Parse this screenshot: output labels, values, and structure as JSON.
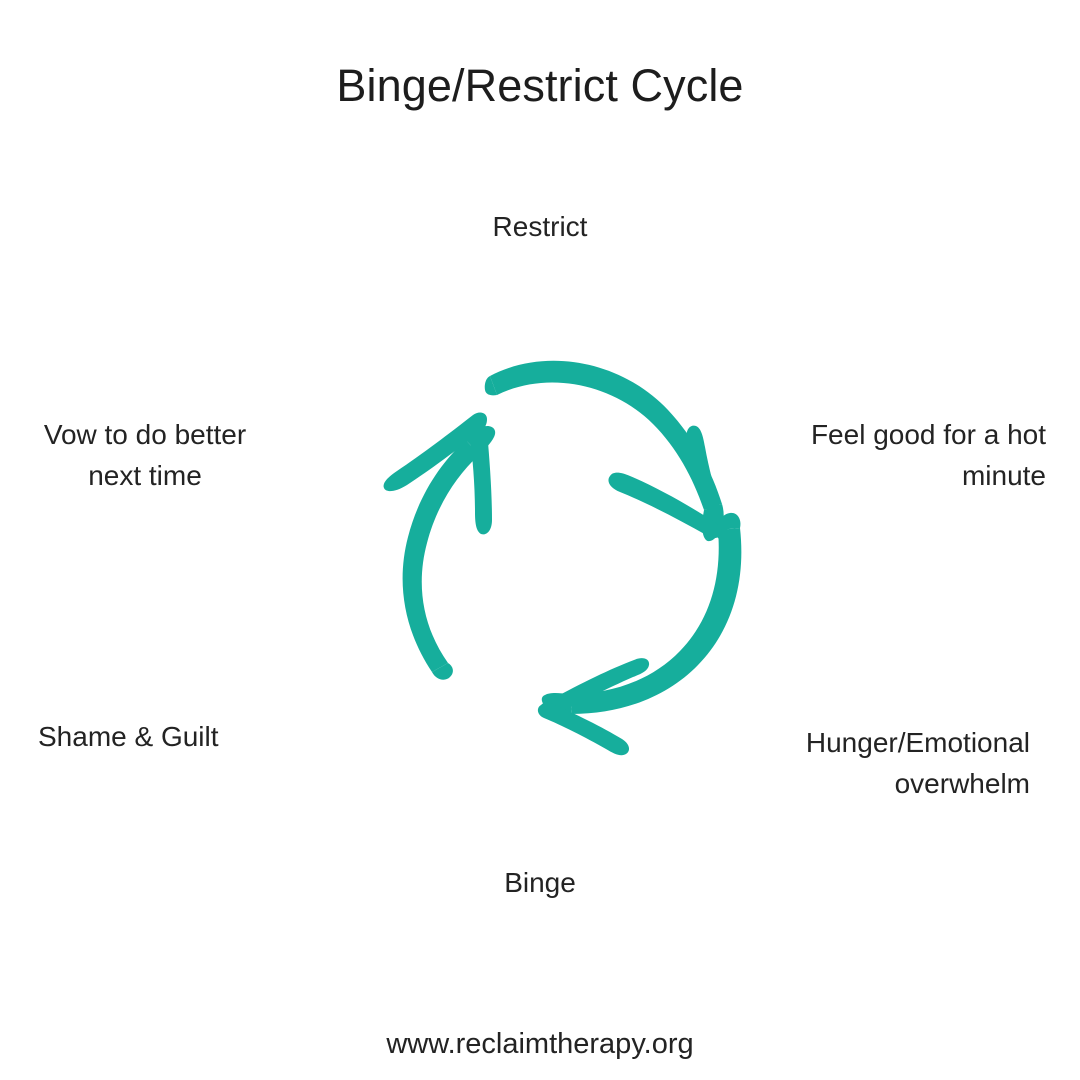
{
  "page": {
    "title": "Binge/Restrict Cycle",
    "background_color": "#ffffff",
    "text_color": "#232323",
    "accent_color": "#16ae9c"
  },
  "diagram": {
    "name": "binge-restrict-cycle",
    "direction": "clockwise",
    "arrow_color": "#16ae9c",
    "arrow_count": 3,
    "stages": [
      {
        "id": "restrict",
        "label": "Restrict",
        "position": "top"
      },
      {
        "id": "feel-good",
        "label": "Feel good for a hot\nminute",
        "position": "right"
      },
      {
        "id": "hunger",
        "label": "Hunger/Emotional\noverwhelm",
        "position": "bottom-right"
      },
      {
        "id": "binge",
        "label": "Binge",
        "position": "bottom"
      },
      {
        "id": "shame",
        "label": "Shame & Guilt",
        "position": "bottom-left"
      },
      {
        "id": "vow",
        "label": "Vow to do better\nnext time",
        "position": "left"
      }
    ]
  },
  "footer": {
    "url": "www.reclaimtherapy.org"
  }
}
